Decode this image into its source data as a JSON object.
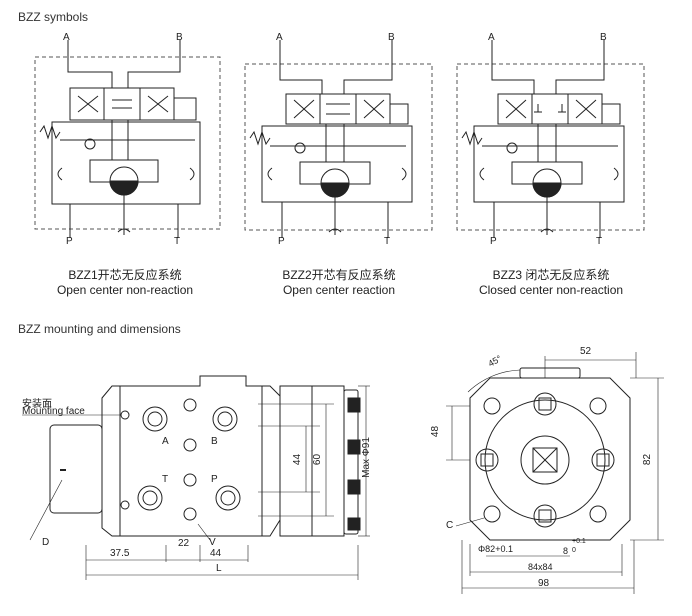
{
  "sections": {
    "symbols_title": "BZZ symbols",
    "mounting_title": "BZZ mounting and dimensions"
  },
  "schematics": [
    {
      "port_a": "A",
      "port_b": "B",
      "port_p": "P",
      "port_t": "T",
      "caption_cn": "BZZ1开芯无反应系统",
      "caption_en": "Open center non-reaction"
    },
    {
      "port_a": "A",
      "port_b": "B",
      "port_p": "P",
      "port_t": "T",
      "caption_cn": "BZZ2开芯有反应系统",
      "caption_en": "Open center reaction"
    },
    {
      "port_a": "A",
      "port_b": "B",
      "port_p": "P",
      "port_t": "T",
      "caption_cn": "BZZ3 闭芯无反应系统",
      "caption_en": "Closed center non-reaction"
    }
  ],
  "side_view": {
    "mounting_face_cn": "安装面",
    "mounting_face_en": "Mounting face",
    "port_a": "A",
    "port_b": "B",
    "port_t": "T",
    "port_p": "P",
    "dim_44": "44",
    "dim_60": "60",
    "dim_max": "Max Φ91",
    "dim_37_5": "37.5",
    "dim_22": "22",
    "dim_44_bottom": "44",
    "dim_L": "L",
    "label_D": "D",
    "label_V": "V"
  },
  "front_view": {
    "dim_52": "52",
    "dim_45": "45°",
    "dim_48": "48",
    "dim_82": "82",
    "dim_phi": "Φ82+0.1",
    "dim_8": "8",
    "dim_8_tol": "+0.1",
    "dim_8_tol2": "0",
    "dim_84": "84x84",
    "dim_98": "98",
    "label_C": "C"
  }
}
